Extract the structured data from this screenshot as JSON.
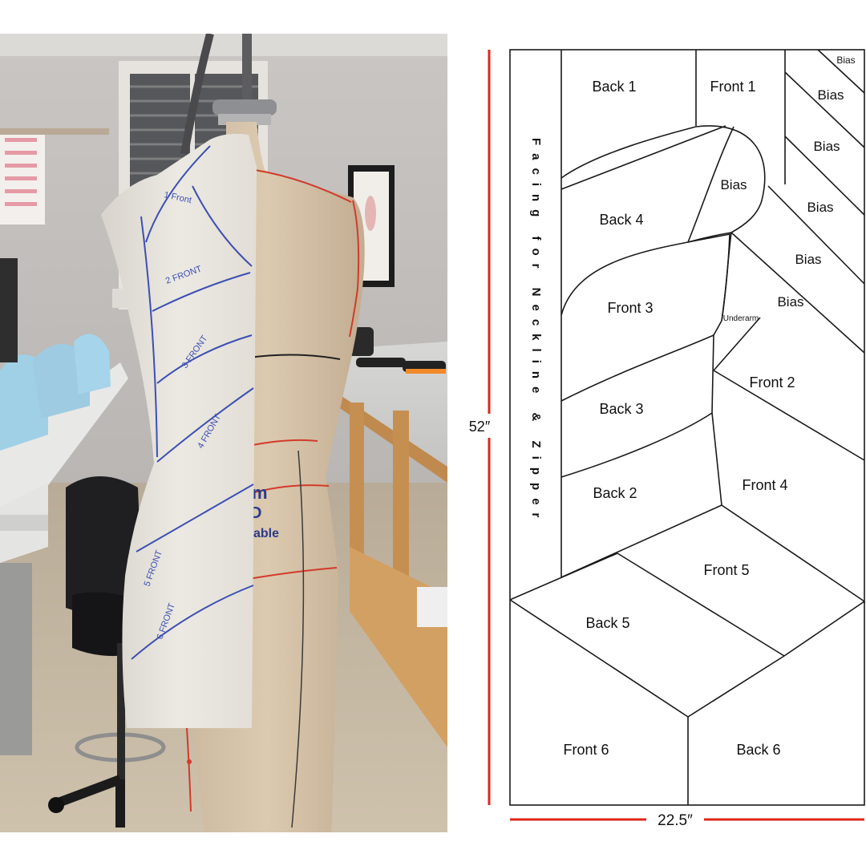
{
  "photo": {
    "form_labels": [
      "1 Front",
      "2 FRONT",
      "3 FRONT",
      "4 FRONT",
      "5 FRONT",
      "6 FRONT"
    ],
    "form_brand_fragments": [
      "m",
      "D",
      "able"
    ]
  },
  "diagram": {
    "height_label": "52″",
    "width_label": "22.5″",
    "facing_label": "Facing for Neckline & Zipper",
    "pieces": {
      "back1": "Back 1",
      "front1": "Front 1",
      "bias_a": "Bias",
      "bias_b": "Bias",
      "bias_c": "Bias",
      "bias_d": "Bias",
      "bias_e": "Bias",
      "bias_f": "Bias",
      "bias_g": "Bias",
      "back4": "Back 4",
      "front3": "Front 3",
      "underarm": "Underarm",
      "front2": "Front 2",
      "back3": "Back 3",
      "back2": "Back 2",
      "front4": "Front 4",
      "front5": "Front 5",
      "back5": "Back 5",
      "front6": "Front 6",
      "back6": "Back 6"
    },
    "colors": {
      "dimension_line": "#e0261b",
      "outline": "#1a1a1a"
    }
  }
}
